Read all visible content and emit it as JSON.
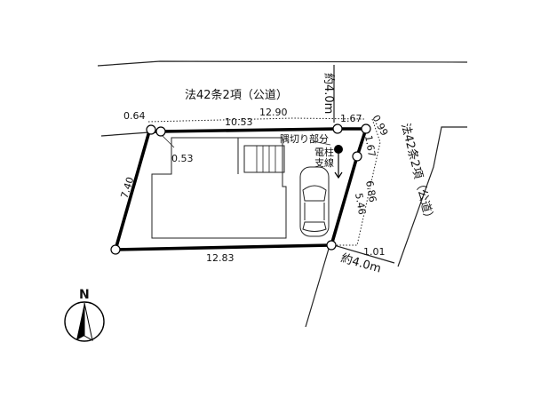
{
  "road_north": {
    "label": "法42条2項（公道）",
    "width": "約4.0m"
  },
  "road_east": {
    "label": "法42条2項（公道）",
    "width": "約4.0m"
  },
  "dimensions": {
    "top_left_corner": "0.64",
    "top_main": "10.53",
    "top_overall": "12.90",
    "top_right_a": "1.67",
    "top_right_b": "0.99",
    "left_inner": "0.53",
    "left_side": "7.40",
    "bottom": "12.83",
    "right_corner": "1.67",
    "right_a": "6.86",
    "right_b": "5.46",
    "setback": "1.01"
  },
  "annotations": {
    "corner_cut": "隅切り部分",
    "pole_line1": "電柱",
    "pole_line2": "支線"
  },
  "compass": {
    "label": "N"
  }
}
